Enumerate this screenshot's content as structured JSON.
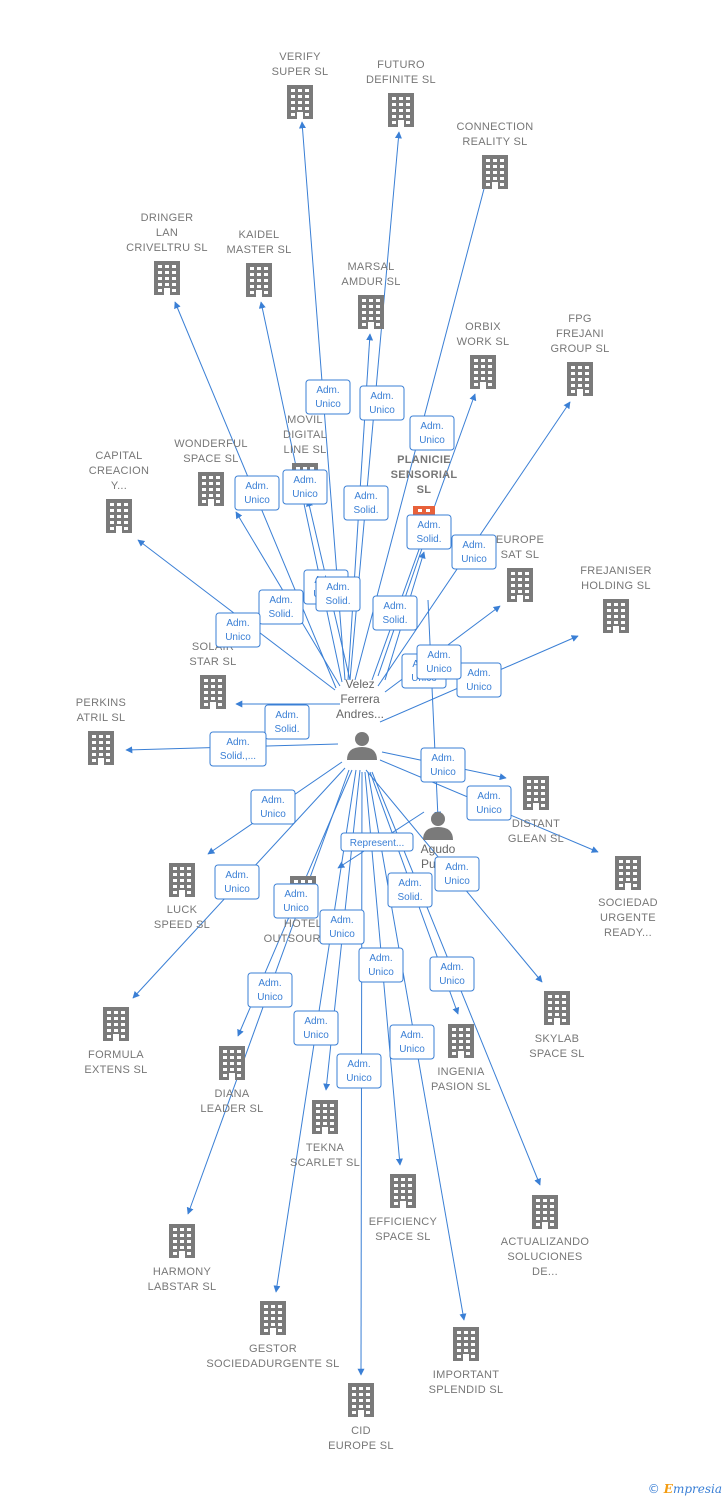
{
  "colors": {
    "edge": "#3a7fd5",
    "building": "#7a7a7a",
    "highlight": "#e8613a",
    "label": "#777777"
  },
  "watermark": {
    "copyright": "©",
    "brand_initial": "E",
    "brand_rest": "mpresia"
  },
  "people": [
    {
      "id": "velez",
      "lines": [
        "Velez",
        "Ferrera",
        "Andres..."
      ]
    },
    {
      "id": "agudo",
      "lines": [
        "Agudo",
        "Puja..."
      ]
    }
  ],
  "companies": [
    {
      "id": "verify",
      "lines": [
        "VERIFY",
        "SUPER SL"
      ]
    },
    {
      "id": "futuro",
      "lines": [
        "FUTURO",
        "DEFINITE SL"
      ]
    },
    {
      "id": "connection",
      "lines": [
        "CONNECTION",
        "REALITY SL"
      ]
    },
    {
      "id": "dringer",
      "lines": [
        "DRINGER",
        "LAN",
        "CRIVELTRU SL"
      ]
    },
    {
      "id": "kaidel",
      "lines": [
        "KAIDEL",
        "MASTER SL"
      ]
    },
    {
      "id": "marsal",
      "lines": [
        "MARSAL",
        "AMDUR SL"
      ]
    },
    {
      "id": "orbix",
      "lines": [
        "ORBIX",
        "WORK SL"
      ]
    },
    {
      "id": "fpg",
      "lines": [
        "FPG",
        "FREJANI",
        "GROUP SL"
      ]
    },
    {
      "id": "movil",
      "lines": [
        "MOVIL",
        "DIGITAL",
        "LINE SL"
      ]
    },
    {
      "id": "planicie",
      "lines": [
        "PLANICIE",
        "SENSORIAL",
        "SL"
      ],
      "highlight": true
    },
    {
      "id": "capital",
      "lines": [
        "CAPITAL",
        "CREACION",
        "Y..."
      ]
    },
    {
      "id": "wonderful",
      "lines": [
        "WONDERFUL",
        "SPACE SL"
      ]
    },
    {
      "id": "europe_sat",
      "lines": [
        "EUROPE",
        "SAT SL"
      ]
    },
    {
      "id": "frejaniser",
      "lines": [
        "FREJANISER",
        "HOLDING SL"
      ]
    },
    {
      "id": "solair",
      "lines": [
        "SOLAIR",
        "STAR SL"
      ]
    },
    {
      "id": "perkins",
      "lines": [
        "PERKINS",
        "ATRIL SL"
      ]
    },
    {
      "id": "distant",
      "lines": [
        "DISTANT",
        "GLEAN SL"
      ]
    },
    {
      "id": "sociedad",
      "lines": [
        "SOCIEDAD",
        "URGENTE",
        "READY..."
      ]
    },
    {
      "id": "luck",
      "lines": [
        "LUCK",
        "SPEED SL"
      ]
    },
    {
      "id": "hotel",
      "lines": [
        "HOTEL",
        "OUTSOURCI..."
      ]
    },
    {
      "id": "formula",
      "lines": [
        "FORMULA",
        "EXTENS SL"
      ]
    },
    {
      "id": "skylab",
      "lines": [
        "SKYLAB",
        "SPACE SL"
      ]
    },
    {
      "id": "diana",
      "lines": [
        "DIANA",
        "LEADER SL"
      ]
    },
    {
      "id": "ingenia",
      "lines": [
        "INGENIA",
        "PASION SL"
      ]
    },
    {
      "id": "tekna",
      "lines": [
        "TEKNA",
        "SCARLET SL"
      ]
    },
    {
      "id": "efficiency",
      "lines": [
        "EFFICIENCY",
        "SPACE SL"
      ]
    },
    {
      "id": "actualizando",
      "lines": [
        "ACTUALIZANDO",
        "SOLUCIONES",
        "DE..."
      ]
    },
    {
      "id": "harmony",
      "lines": [
        "HARMONY",
        "LABSTAR SL"
      ]
    },
    {
      "id": "gestor",
      "lines": [
        "GESTOR",
        "SOCIEDADURGENTE SL"
      ]
    },
    {
      "id": "important",
      "lines": [
        "IMPORTANT",
        "SPLENDID SL"
      ]
    },
    {
      "id": "cid",
      "lines": [
        "CID",
        "EUROPE SL"
      ]
    }
  ],
  "badges": [
    [
      "Adm.",
      "Unico"
    ],
    [
      "Adm.",
      "Unico"
    ],
    [
      "Adm.",
      "Unico"
    ],
    [
      "Adm.",
      "Unico"
    ],
    [
      "Adm.",
      "Unico"
    ],
    [
      "Adm.",
      "Solid."
    ],
    [
      "Adm.",
      "Unico"
    ],
    [
      "Adm.",
      "Unico"
    ],
    [
      "Adm.",
      "Solid."
    ],
    [
      "Adm.",
      "Unico"
    ],
    [
      "Adm.",
      "Unico"
    ],
    [
      "Adm.",
      "Solid."
    ],
    [
      "Adm.",
      "Solid."
    ],
    [
      "Adm.",
      "Solid.,..."
    ],
    [
      "Adm.",
      "Unico"
    ],
    [
      "Adm.",
      "Solid."
    ],
    [
      "Adm.",
      "Solid."
    ],
    [
      "Adm.",
      "Unico"
    ],
    [
      "Adm.",
      "Unico"
    ],
    [
      "Adm.",
      "Unico"
    ],
    [
      "Represent..."
    ],
    [
      "Adm.",
      "Unico"
    ],
    [
      "Adm.",
      "Unico"
    ],
    [
      "Adm.",
      "Unico"
    ],
    [
      "Adm.",
      "Unico"
    ],
    [
      "Adm.",
      "Solid."
    ],
    [
      "Adm.",
      "Unico"
    ],
    [
      "Adm.",
      "Unico"
    ],
    [
      "Adm.",
      "Unico"
    ],
    [
      "Adm.",
      "Unico"
    ],
    [
      "Adm.",
      "Unico"
    ],
    [
      "Adm.",
      "Unico"
    ],
    [
      "Adm.",
      "Unico"
    ]
  ]
}
